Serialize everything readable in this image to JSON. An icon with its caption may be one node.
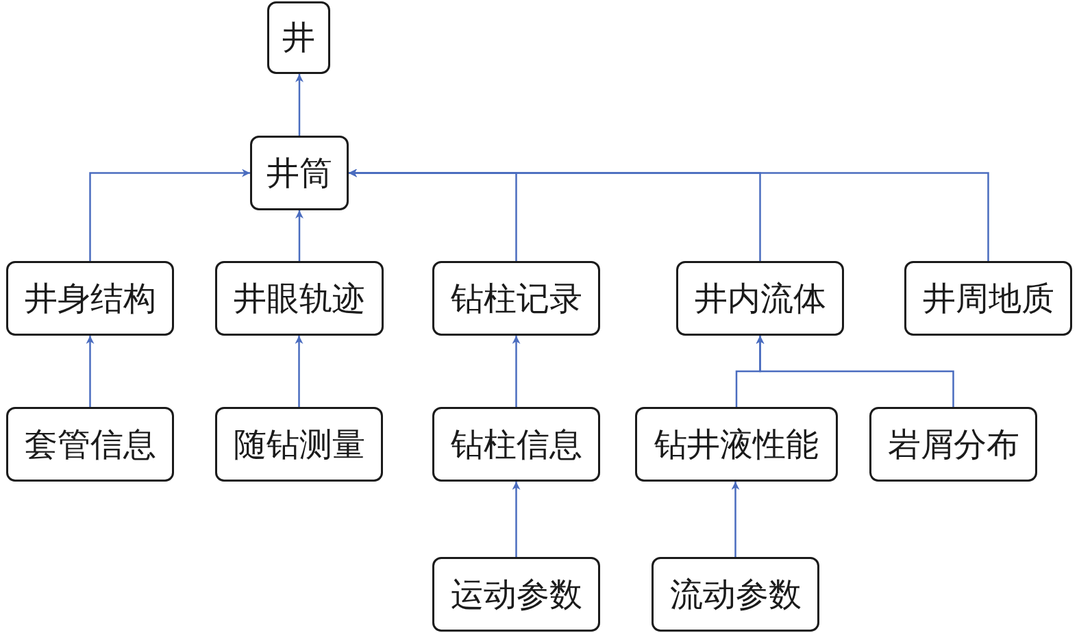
{
  "diagram": {
    "nodes": [
      {
        "text": [
          "井"
        ]
      },
      {
        "text": [
          "井筒"
        ]
      },
      {
        "text": [
          "井身结构"
        ]
      },
      {
        "text": [
          "井眼轨迹"
        ]
      },
      {
        "text": [
          "钻柱记录"
        ]
      },
      {
        "text": [
          "井内流体"
        ]
      },
      {
        "text": [
          "井周地质"
        ]
      },
      {
        "text": [
          "套管信息"
        ]
      },
      {
        "text": [
          "随钻测量"
        ]
      },
      {
        "text": [
          "钻柱信息"
        ]
      },
      {
        "text": [
          "钻井液性能"
        ]
      },
      {
        "text": [
          "岩屑分布"
        ]
      },
      {
        "text": [
          "运动参数"
        ]
      },
      {
        "text": [
          "流动参数"
        ]
      }
    ],
    "edges": [
      {
        "from": 1,
        "to": 0,
        "arrow": "to"
      },
      {
        "from": 2,
        "to": 1,
        "arrow": "to"
      },
      {
        "from": 3,
        "to": 1,
        "arrow": "to"
      },
      {
        "from": 4,
        "to": 1,
        "arrow": "to"
      },
      {
        "from": 5,
        "to": 1,
        "arrow": "to"
      },
      {
        "from": 6,
        "to": 1,
        "arrow": "to"
      },
      {
        "from": 7,
        "to": 2,
        "arrow": "to"
      },
      {
        "from": 8,
        "to": 3,
        "arrow": "to"
      },
      {
        "from": 9,
        "to": 4,
        "arrow": "to"
      },
      {
        "from": 12,
        "to": 9,
        "arrow": "to"
      },
      {
        "from": 10,
        "to": 5,
        "arrow": "to"
      },
      {
        "from": 11,
        "to": 5,
        "arrow": "to"
      },
      {
        "from": 13,
        "to": 10,
        "arrow": "to"
      }
    ]
  }
}
